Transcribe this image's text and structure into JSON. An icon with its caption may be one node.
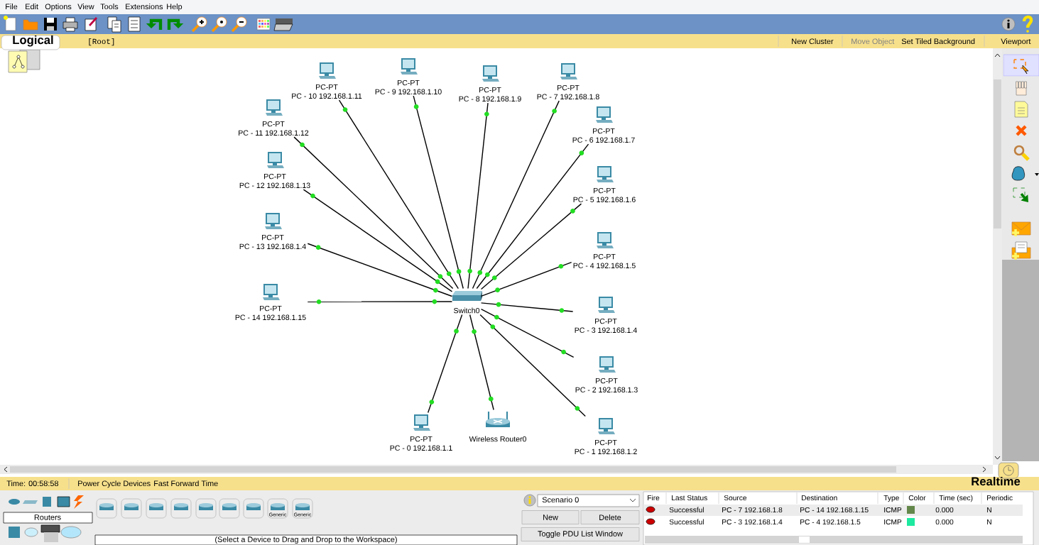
{
  "diagram": {
    "nodes": [
      {
        "text": [
          "PC-PT",
          "PC - 10 192.168.1.11"
        ]
      },
      {
        "text": [
          "PC-PT",
          "PC - 9 192.168.1.10"
        ]
      },
      {
        "text": [
          "PC-PT",
          "PC - 8 192.168.1.9"
        ]
      },
      {
        "text": [
          "PC-PT",
          "PC - 7 192.168.1.8"
        ]
      },
      {
        "text": [
          "PC-PT",
          "PC - 11 192.168.1.12"
        ]
      },
      {
        "text": [
          "PC-PT",
          "PC - 6 192.168.1.7"
        ]
      },
      {
        "text": [
          "PC-PT",
          "PC - 12 192.168.1.13"
        ]
      },
      {
        "text": [
          "PC-PT",
          "PC - 5 192.168.1.6"
        ]
      },
      {
        "text": [
          "PC-PT",
          "PC - 13 192.168.1.4"
        ]
      },
      {
        "text": [
          "PC-PT",
          "PC - 4 192.168.1.5"
        ]
      },
      {
        "text": [
          "PC-PT",
          "PC - 14 192.168.1.15"
        ]
      },
      {
        "text": [
          "Switch0"
        ]
      },
      {
        "text": [
          "PC-PT",
          "PC - 3 192.168.1.4"
        ]
      },
      {
        "text": [
          "PC-PT",
          "PC - 2 192.168.1.3"
        ]
      },
      {
        "text": [
          "PC-PT",
          "PC - 0 192.168.1.1"
        ]
      },
      {
        "text": [
          "Wireless Router0"
        ]
      },
      {
        "text": [
          "PC-PT",
          "PC - 1 192.168.1.2"
        ]
      }
    ],
    "edges": [
      {
        "from": 11,
        "to": 0,
        "arrow": "none"
      },
      {
        "from": 11,
        "to": 1,
        "arrow": "none"
      },
      {
        "from": 11,
        "to": 2,
        "arrow": "none"
      },
      {
        "from": 11,
        "to": 3,
        "arrow": "none"
      },
      {
        "from": 11,
        "to": 4,
        "arrow": "none"
      },
      {
        "from": 11,
        "to": 5,
        "arrow": "none"
      },
      {
        "from": 11,
        "to": 6,
        "arrow": "none"
      },
      {
        "from": 11,
        "to": 7,
        "arrow": "none"
      },
      {
        "from": 11,
        "to": 8,
        "arrow": "none"
      },
      {
        "from": 11,
        "to": 9,
        "arrow": "none"
      },
      {
        "from": 11,
        "to": 10,
        "arrow": "none"
      },
      {
        "from": 11,
        "to": 12,
        "arrow": "none"
      },
      {
        "from": 11,
        "to": 13,
        "arrow": "none"
      },
      {
        "from": 11,
        "to": 14,
        "arrow": "none"
      },
      {
        "from": 11,
        "to": 15,
        "arrow": "none"
      },
      {
        "from": 11,
        "to": 16,
        "arrow": "none"
      }
    ],
    "labels": [
      "File",
      "Edit",
      "Options",
      "View",
      "Tools",
      "Extensions",
      "Help",
      "Logical",
      "[Root]",
      "New Cluster",
      "Move Object",
      "Set Tiled Background",
      "Viewport",
      "Time: 00:58:58",
      "Power Cycle Devices",
      "Fast Forward Time",
      "Realtime",
      "Routers",
      "Generic",
      "Generic",
      "(Select a Device to Drag and Drop to the Workspace)",
      "Scenario 0",
      "New",
      "Delete",
      "Toggle PDU List Window",
      "Fire",
      "Last Status",
      "Source",
      "Destination",
      "Type",
      "Color",
      "Time (sec)",
      "Periodic",
      "Successful",
      "PC - 7 192.168.1.8",
      "PC - 14 192.168.1.15",
      "ICMP",
      "0.000",
      "N",
      "Successful",
      "PC - 3 192.168.1.4",
      "PC - 4 192.168.1.5",
      "ICMP",
      "0.000",
      "N"
    ]
  }
}
